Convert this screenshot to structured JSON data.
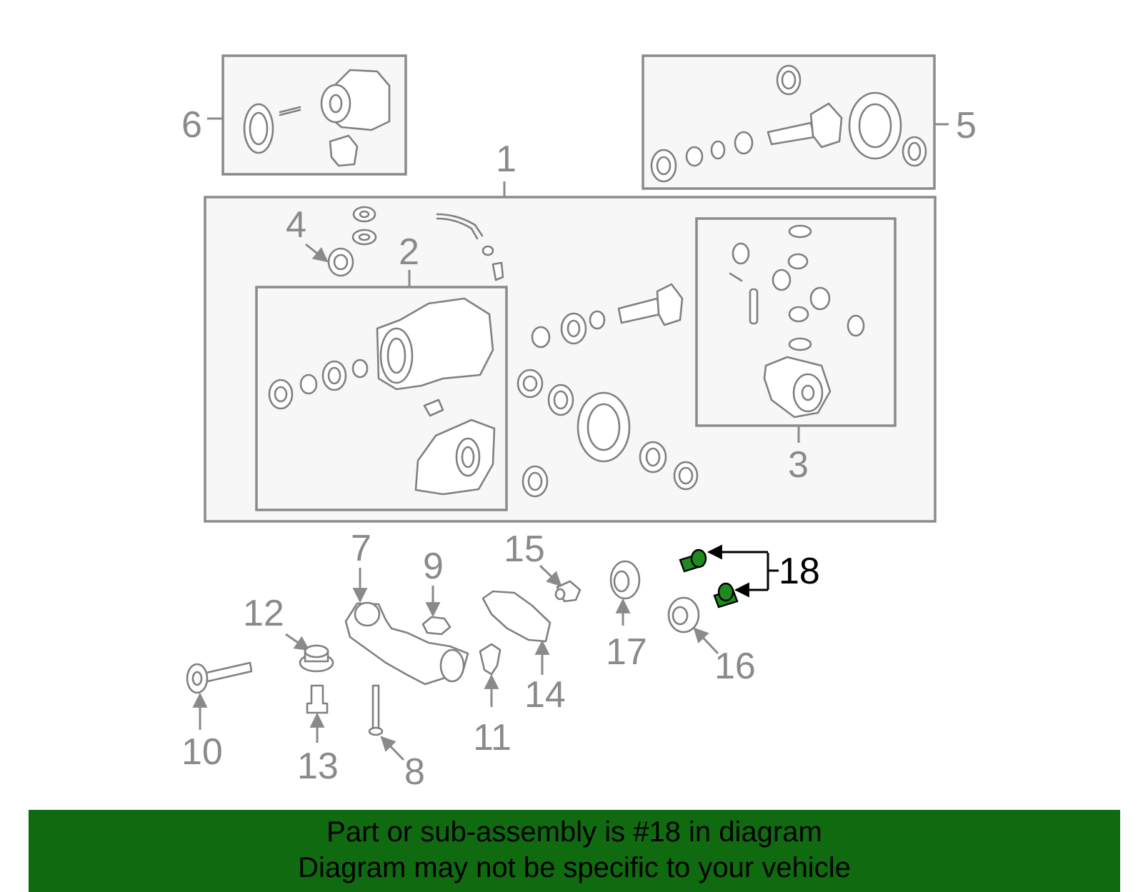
{
  "callouts": {
    "c1": "1",
    "c2": "2",
    "c3": "3",
    "c4": "4",
    "c5": "5",
    "c6": "6",
    "c7": "7",
    "c8": "8",
    "c9": "9",
    "c10": "10",
    "c11": "11",
    "c12": "12",
    "c13": "13",
    "c14": "14",
    "c15": "15",
    "c16": "16",
    "c17": "17",
    "c18": "18"
  },
  "banner": {
    "line1": "Part or sub-assembly is #18 in diagram",
    "line2": "Diagram may not be specific to your vehicle"
  },
  "colors": {
    "banner": "#106b10",
    "highlight_part": "#1f8a1f",
    "outline": "#8a8a8a"
  }
}
